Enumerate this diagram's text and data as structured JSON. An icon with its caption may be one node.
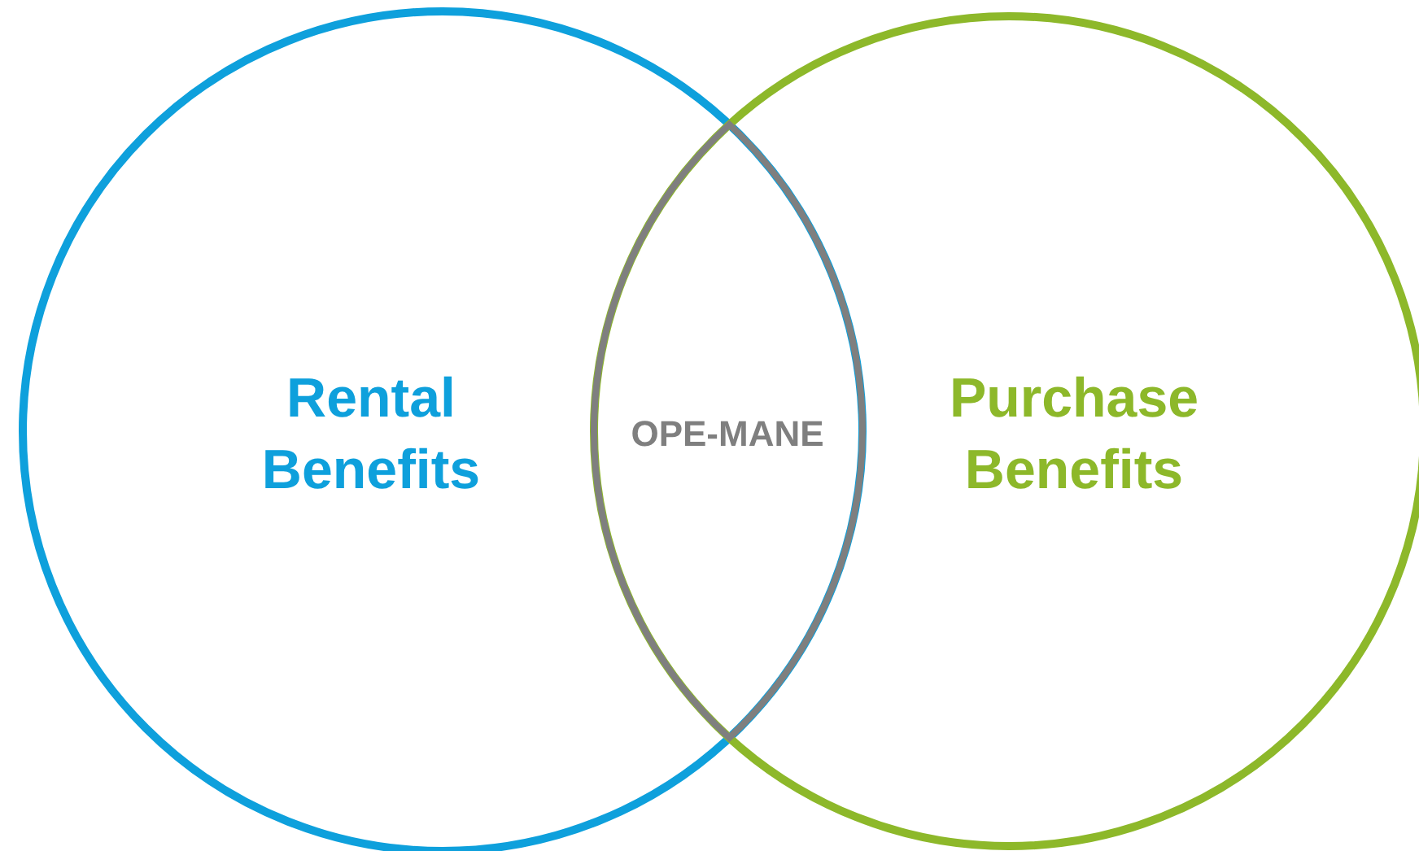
{
  "diagram": {
    "nodes": [
      {
        "text": [
          "Rental Benefits"
        ]
      },
      {
        "text": [
          "Purchase Benefits"
        ]
      },
      {
        "text": [
          "OPE-MANE"
        ]
      }
    ]
  }
}
